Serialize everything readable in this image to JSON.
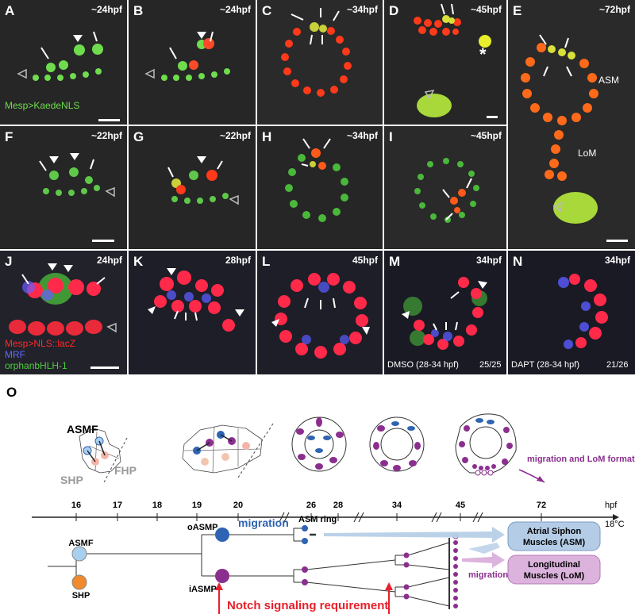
{
  "panels": {
    "A": {
      "letter": "A",
      "time": "~24hpf",
      "label": "Mesp>KaedeNLS"
    },
    "B": {
      "letter": "B",
      "time": "~24hpf"
    },
    "C": {
      "letter": "C",
      "time": "~34hpf"
    },
    "D": {
      "letter": "D",
      "time": "~45hpf",
      "asterisk": "*"
    },
    "E": {
      "letter": "E",
      "time": "~72hpf",
      "asm": "ASM",
      "lom": "LoM"
    },
    "F": {
      "letter": "F",
      "time": "~22hpf"
    },
    "G": {
      "letter": "G",
      "time": "~22hpf"
    },
    "H": {
      "letter": "H",
      "time": "~34hpf"
    },
    "I": {
      "letter": "I",
      "time": "~45hpf"
    },
    "J": {
      "letter": "J",
      "time": "24hpf",
      "legend": [
        "Mesp>NLS::lacZ",
        "MRF",
        "orphanbHLH-1"
      ]
    },
    "K": {
      "letter": "K",
      "time": "28hpf"
    },
    "L": {
      "letter": "L",
      "time": "45hpf"
    },
    "M": {
      "letter": "M",
      "time": "34hpf",
      "treatment": "DMSO (28-34 hpf)",
      "ratio": "25/25"
    },
    "N": {
      "letter": "N",
      "time": "34hpf",
      "treatment": "DAPT (28-34 hpf)",
      "ratio": "21/26"
    }
  },
  "legend_colors": {
    "red": "#ff2a2a",
    "blue": "#5a6cff",
    "green": "#4ccf3a"
  },
  "schematic": {
    "letter": "O",
    "asmf_top": "ASMF",
    "shp": "SHP",
    "fhp": "FHP",
    "timeline_ticks": [
      "16",
      "17",
      "18",
      "19",
      "20",
      "26",
      "28",
      "34",
      "45",
      "72"
    ],
    "unit": "hpf",
    "temperature": "18°C",
    "asmf": "ASMF",
    "shp2": "SHP",
    "oasmp": "oASMP",
    "iasmp": "iASMP",
    "migration": "migration",
    "asm_ring": "ASM ring",
    "notch": "Notch signaling requirement",
    "migration_lom": "migration and  LoM formation",
    "migration2": "migration",
    "asm_box": [
      "Atrial Siphon",
      "Muscles (ASM)"
    ],
    "lom_box": [
      "Longitudinal",
      "Muscles (LoM)"
    ],
    "colors": {
      "asmf": "#a9cfee",
      "shp": "#f08a2c",
      "oasmp": "#2f63b3",
      "iasmp": "#8b2f8f",
      "notch": "#e8202a",
      "asm_box": "#b4cce6",
      "lom_box": "#dcb3dc"
    }
  }
}
